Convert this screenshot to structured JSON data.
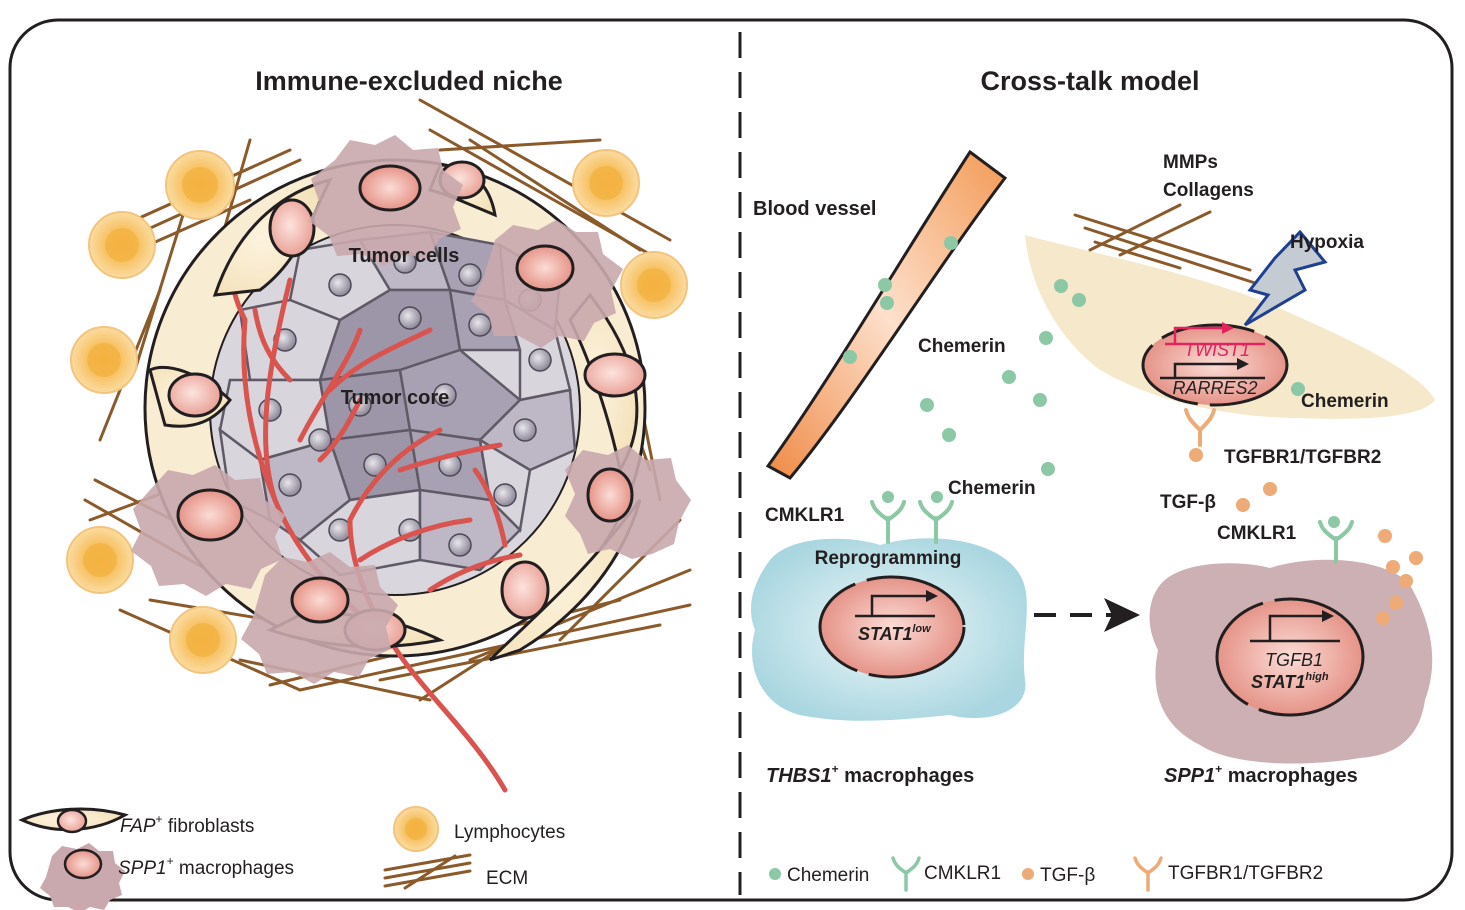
{
  "left_panel": {
    "title": "Immune-excluded niche",
    "tumor_cells_label": "Tumor cells",
    "tumor_core_label": "Tumor core",
    "legend": {
      "fibroblasts_italic": "FAP",
      "fibroblasts_sup": "+",
      "fibroblasts_rest": " fibroblasts",
      "macrophages_italic": "SPP1",
      "macrophages_sup": "+",
      "macrophages_rest": " macrophages",
      "lymphocytes": "Lymphocytes",
      "ecm": "ECM"
    }
  },
  "right_panel": {
    "title": "Cross-talk model",
    "blood_vessel": "Blood vessel",
    "mmps": "MMPs",
    "collagens": "Collagens",
    "hypoxia": "Hypoxia",
    "chemerin_1": "Chemerin",
    "chemerin_2": "Chemerin",
    "chemerin_3": "Chemerin",
    "twist1": "TWIST1",
    "rarres2": "RARRES2",
    "tgfbr_label": "TGFBR1/TGFBR2",
    "tgfb_label": "TGF-β",
    "cmklr1_left": "CMKLR1",
    "cmklr1_right": "CMKLR1",
    "reprogramming": "Reprogramming",
    "stat1_low_main": "STAT1",
    "stat1_low_sup": "low",
    "tgfb1": "TGFB1",
    "stat1_high_main": "STAT1",
    "stat1_high_sup": "high",
    "thbs1_italic": "THBS1",
    "thbs1_sup": "+",
    "thbs1_rest": " macrophages",
    "spp1_italic": "SPP1",
    "spp1_sup": "+",
    "spp1_rest": " macrophages",
    "legend": {
      "chemerin": "Chemerin",
      "cmklr1": "CMKLR1",
      "tgfb": "TGF-β",
      "tgfbr": "TGFBR1/TGFBR2"
    }
  },
  "colors": {
    "lymphocyte": "#f5c36b",
    "macrophage": "#c9a9ad",
    "fibroblast": "#f8ecd2",
    "tumor_light": "#d9d6dd",
    "tumor_dark": "#a8a1b3",
    "vessel_red": "#d9534f",
    "ecm_brown": "#8a5a2b",
    "chemerin_green": "#8cc7a6",
    "tgfb_orange": "#eeaa77",
    "thbs1_blue": "#b8dde6",
    "nucleus_pink": "#e89a8f",
    "twist_red": "#e0245e"
  }
}
